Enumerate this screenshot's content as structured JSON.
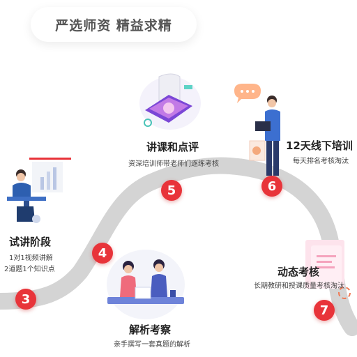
{
  "header": {
    "title": "严选师资 精益求精"
  },
  "steps": [
    {
      "number": "3",
      "title": "试讲阶段",
      "desc_lines": [
        "1对1视频讲解",
        "2道题1个知识点"
      ]
    },
    {
      "number": "4",
      "title": "解析考察",
      "desc_lines": [
        "亲手撰写一套真题的解析"
      ]
    },
    {
      "number": "5",
      "title": "讲课和点评",
      "desc_lines": [
        "资深培训师带老师们逐练考核"
      ]
    },
    {
      "number": "6",
      "title": "12天线下培训",
      "desc_lines": [
        "每天排名考核淘汰"
      ]
    },
    {
      "number": "7",
      "title": "动态考核",
      "desc_lines": [
        "长期教研和授课质量考核淘汰"
      ]
    }
  ],
  "colors": {
    "accent": "#e8343a",
    "road": "#d4d4d4"
  }
}
